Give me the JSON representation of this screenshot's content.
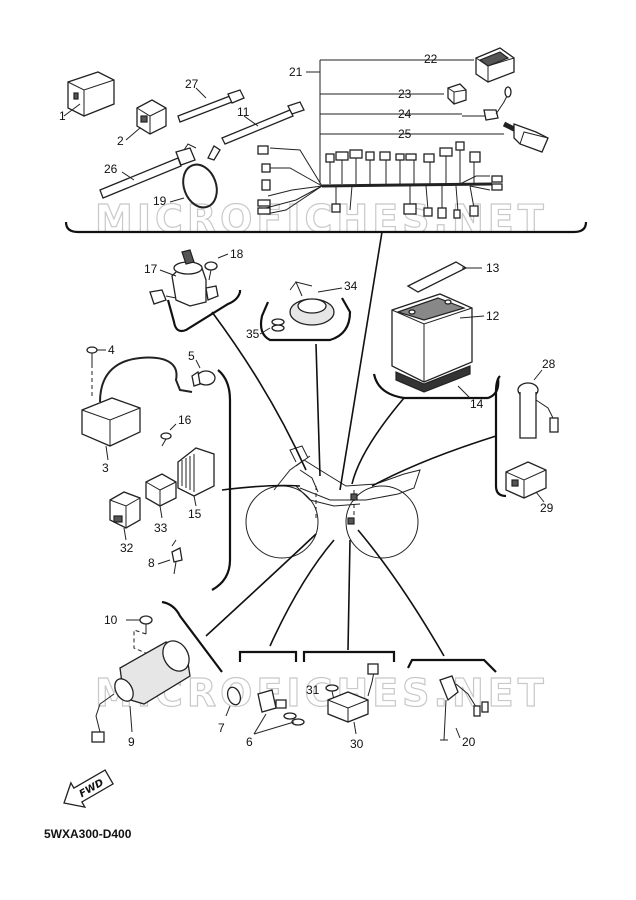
{
  "diagram": {
    "reference_code": "5WXA300-D400",
    "watermark": "MICROFICHES.NET",
    "fwd_label": "FWD",
    "callouts": {
      "p1": "1",
      "p2": "2",
      "p3": "3",
      "p4": "4",
      "p5": "5",
      "p6": "6",
      "p7": "7",
      "p8": "8",
      "p9": "9",
      "p10": "10",
      "p11": "11",
      "p12": "12",
      "p13": "13",
      "p14": "14",
      "p15": "15",
      "p16": "16",
      "p17": "17",
      "p18": "18",
      "p19": "19",
      "p20": "20",
      "p21": "21",
      "p22": "22",
      "p23": "23",
      "p24": "24",
      "p25": "25",
      "p26": "26",
      "p27": "27",
      "p28": "28",
      "p29": "29",
      "p30": "30",
      "p31": "31",
      "p32": "32",
      "p33": "33",
      "p34": "34",
      "p35": "35"
    }
  }
}
